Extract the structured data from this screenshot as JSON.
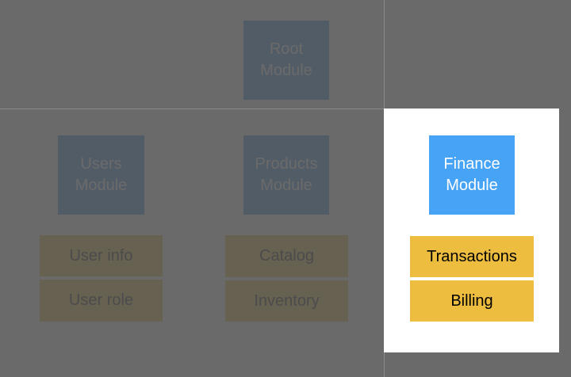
{
  "root_module": {
    "label": "Root\nModule"
  },
  "feature_modules": [
    {
      "key": "users",
      "label": "Users\nModule",
      "items": [
        "User info",
        "User role"
      ]
    },
    {
      "key": "products",
      "label": "Products\nModule",
      "items": [
        "Catalog",
        "Inventory"
      ]
    },
    {
      "key": "finance",
      "label": "Finance\nModule",
      "items": [
        "Transactions",
        "Billing"
      ]
    }
  ],
  "colors": {
    "dim_overlay": "#555555",
    "module_blue": "#47a3f5",
    "item_yellow": "#edbd3f",
    "highlight_background": "#ffffff"
  }
}
